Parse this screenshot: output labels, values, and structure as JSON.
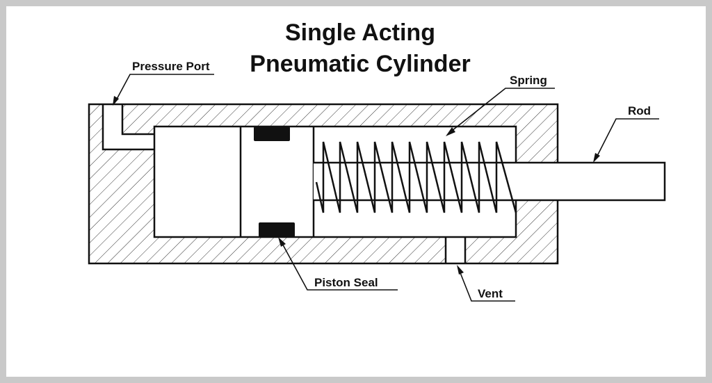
{
  "title": {
    "line1": "Single Acting",
    "line2": "Pneumatic Cylinder"
  },
  "labels": {
    "pressure_port": "Pressure Port",
    "spring": "Spring",
    "rod": "Rod",
    "piston_seal": "Piston Seal",
    "vent": "Vent"
  },
  "colors": {
    "frame_border": "#c9c9c9",
    "line": "#111111",
    "background": "#ffffff"
  }
}
